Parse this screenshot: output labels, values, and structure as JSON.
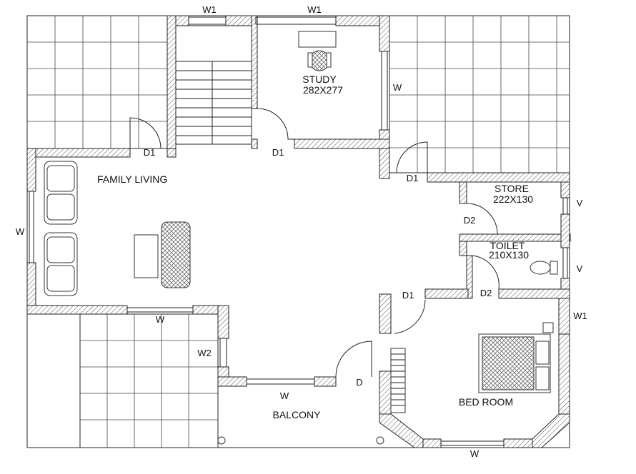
{
  "rooms": {
    "study": {
      "name": "STUDY",
      "size": "282X277"
    },
    "family": {
      "name": "FAMILY LIVING"
    },
    "store": {
      "name": "STORE",
      "size": "222X130"
    },
    "toilet": {
      "name": "TOILET",
      "size": "210X130"
    },
    "bedroom": {
      "name": "BED ROOM"
    },
    "balcony": {
      "name": "BALCONY"
    }
  },
  "openings": {
    "w1": "W1",
    "w": "W",
    "w2": "W2",
    "v": "V",
    "d1": "D1",
    "d2": "D2",
    "d": "D"
  }
}
